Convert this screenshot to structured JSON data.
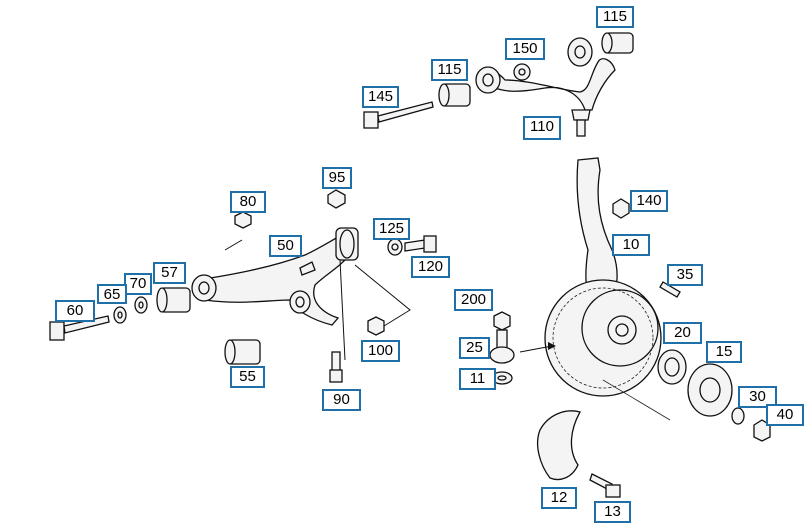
{
  "diagram": {
    "labels": [
      {
        "id": "115a",
        "text": "115"
      },
      {
        "id": "150",
        "text": "150"
      },
      {
        "id": "115b",
        "text": "115"
      },
      {
        "id": "145",
        "text": "145"
      },
      {
        "id": "110",
        "text": "110"
      },
      {
        "id": "95",
        "text": "95"
      },
      {
        "id": "80",
        "text": "80"
      },
      {
        "id": "125",
        "text": "125"
      },
      {
        "id": "50",
        "text": "50"
      },
      {
        "id": "120",
        "text": "120"
      },
      {
        "id": "140",
        "text": "140"
      },
      {
        "id": "10",
        "text": "10"
      },
      {
        "id": "70",
        "text": "70"
      },
      {
        "id": "57",
        "text": "57"
      },
      {
        "id": "65",
        "text": "65"
      },
      {
        "id": "35",
        "text": "35"
      },
      {
        "id": "60",
        "text": "60"
      },
      {
        "id": "200",
        "text": "200"
      },
      {
        "id": "20",
        "text": "20"
      },
      {
        "id": "100",
        "text": "100"
      },
      {
        "id": "25",
        "text": "25"
      },
      {
        "id": "15",
        "text": "15"
      },
      {
        "id": "55",
        "text": "55"
      },
      {
        "id": "11",
        "text": "11"
      },
      {
        "id": "90",
        "text": "90"
      },
      {
        "id": "30",
        "text": "30"
      },
      {
        "id": "40",
        "text": "40"
      },
      {
        "id": "12",
        "text": "12"
      },
      {
        "id": "13",
        "text": "13"
      }
    ]
  }
}
